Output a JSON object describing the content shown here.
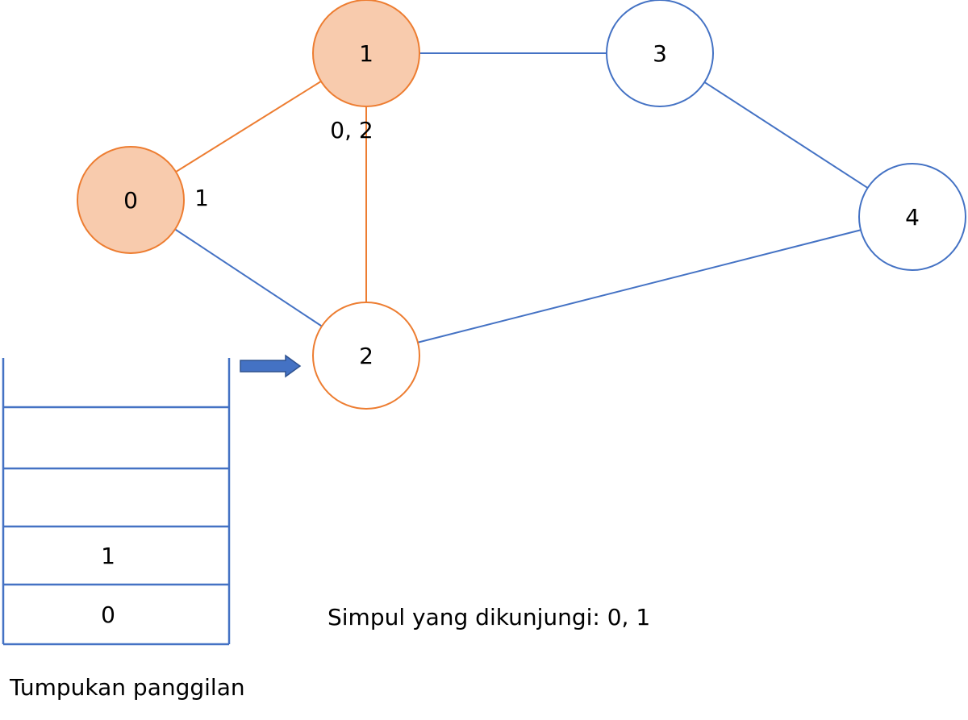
{
  "colors": {
    "edge_default": "#4472c4",
    "edge_active": "#ed7d31",
    "node_visited_fill": "#f8cbad",
    "node_visited_stroke": "#ed7d31",
    "node_current_stroke": "#ed7d31",
    "node_default_stroke": "#4472c4",
    "stack_stroke": "#4472c4",
    "arrow_fill": "#4472c4"
  },
  "graph": {
    "nodes": [
      {
        "id": "0",
        "label": "0",
        "state": "visited"
      },
      {
        "id": "1",
        "label": "1",
        "state": "visited"
      },
      {
        "id": "2",
        "label": "2",
        "state": "current"
      },
      {
        "id": "3",
        "label": "3",
        "state": "unvisited"
      },
      {
        "id": "4",
        "label": "4",
        "state": "unvisited"
      }
    ],
    "edges": [
      {
        "from": "0",
        "to": "1",
        "state": "active"
      },
      {
        "from": "1",
        "to": "2",
        "state": "active"
      },
      {
        "from": "0",
        "to": "2",
        "state": "default"
      },
      {
        "from": "1",
        "to": "3",
        "state": "default"
      },
      {
        "from": "3",
        "to": "4",
        "state": "default"
      },
      {
        "from": "2",
        "to": "4",
        "state": "default"
      }
    ],
    "adjacency_labels": [
      {
        "node": "0",
        "text": "1"
      },
      {
        "node": "1",
        "text": "0, 2"
      }
    ]
  },
  "stack": {
    "cells": [
      "",
      "",
      "1",
      "0"
    ],
    "caption": "Tumpukan panggilan"
  },
  "visited_text": "Simpul yang dikunjungi: 0, 1"
}
